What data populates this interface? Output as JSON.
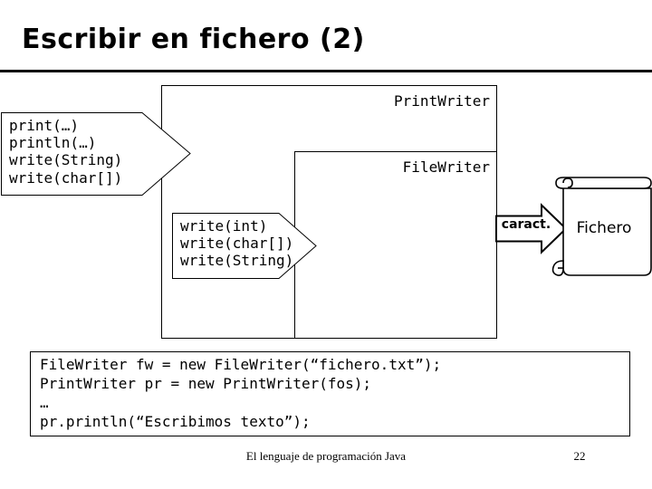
{
  "slide": {
    "title": "Escribir en fichero (2)",
    "background_color": "#ffffff",
    "line_color": "#000000"
  },
  "diagram": {
    "printwriter": {
      "label": "PrintWriter",
      "methods": "print(…)\nprintln(…)\nwrite(String)\nwrite(char[])"
    },
    "filewriter": {
      "label": "FileWriter",
      "methods": "write(int)\nwrite(char[])\nwrite(String)"
    },
    "flow_arrow_label": "caract.",
    "file_shape_label": "Fichero"
  },
  "code": {
    "text": "FileWriter fw = new FileWriter(“fichero.txt”);\nPrintWriter pr = new PrintWriter(fos);\n…\npr.println(“Escribimos texto”);"
  },
  "footer": {
    "text": "El lenguaje de programación Java",
    "page": "22"
  }
}
